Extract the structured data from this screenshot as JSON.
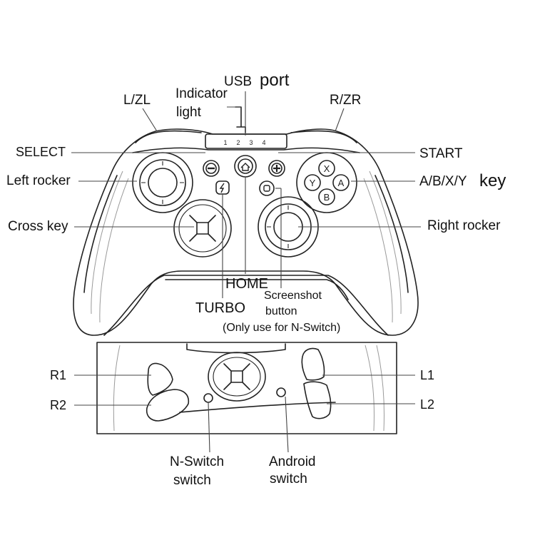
{
  "colors": {
    "line": "#222222",
    "leader": "#444444",
    "shadow": "#9a9a9a",
    "background": "#ffffff"
  },
  "labels": {
    "usb": "USB",
    "port": "port",
    "indicator": "Indicator",
    "light": "light",
    "lzl": "L/ZL",
    "rzr": "R/ZR",
    "select": "SELECT",
    "start": "START",
    "left_rocker": "Left rocker",
    "abxy": "A/B/X/Y",
    "key": "key",
    "cross_key": "Cross key",
    "right_rocker": "Right rocker",
    "home": "HOME",
    "turbo": "TURBO",
    "screenshot_1": "Screenshot",
    "screenshot_2": "button",
    "screenshot_3": "(Only use for N-Switch)",
    "r1": "R1",
    "r2": "R2",
    "l1": "L1",
    "l2": "L2",
    "nswitch_1": "N-Switch",
    "nswitch_2": "switch",
    "android_1": "Android",
    "android_2": "switch"
  },
  "indicator_numbers": [
    "1",
    "2",
    "3",
    "4"
  ],
  "face_buttons": {
    "x": "X",
    "y": "Y",
    "a": "A",
    "b": "B"
  },
  "icons": {
    "select": "minus-icon",
    "start": "plus-icon",
    "home": "home-icon",
    "turbo": "lightning-icon",
    "screenshot": "square-icon"
  }
}
